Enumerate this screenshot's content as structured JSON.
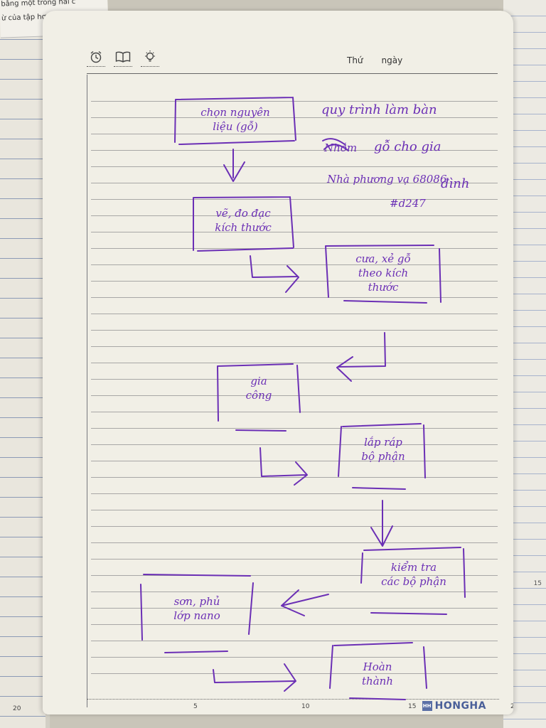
{
  "left_page": {
    "note_lines": [
      "bằng một trong hai c",
      "ừ của tập hợp"
    ],
    "page_number": "20"
  },
  "right_sheet": {
    "margin_number": "15"
  },
  "header": {
    "thu_label": "Thứ",
    "ngay_label": "ngày"
  },
  "title": {
    "line1": "quy trình làm bàn",
    "line2": "gỗ cho gia",
    "line3": "đình"
  },
  "notes": {
    "scribble": "Nhóm",
    "phone_line": "Nhà phương vạ 68086",
    "code": "#d247"
  },
  "steps": [
    {
      "id": "s1",
      "text": "chọn nguyên\nliệu (gỗ)"
    },
    {
      "id": "s2",
      "text": "vẽ, đo đạc\nkích thước"
    },
    {
      "id": "s3",
      "text": "cưa, xẻ gỗ\ntheo kích\nthước"
    },
    {
      "id": "s4",
      "text": "gia\ncông"
    },
    {
      "id": "s5",
      "text": "lắp ráp\nbộ phận"
    },
    {
      "id": "s6",
      "text": "kiểm tra\ncác bộ phận"
    },
    {
      "id": "s7",
      "text": "sơn, phủ\nlớp nano"
    },
    {
      "id": "s8",
      "text": "Hoàn\nthành"
    }
  ],
  "footer": {
    "ruler_numbers": [
      "5",
      "10",
      "15",
      "20"
    ],
    "brand_mark": "HH",
    "brand": "HONGHA"
  },
  "colors": {
    "ink": "#6b2fb5",
    "paper": "#f1efe6",
    "brand": "#4a5f99"
  }
}
